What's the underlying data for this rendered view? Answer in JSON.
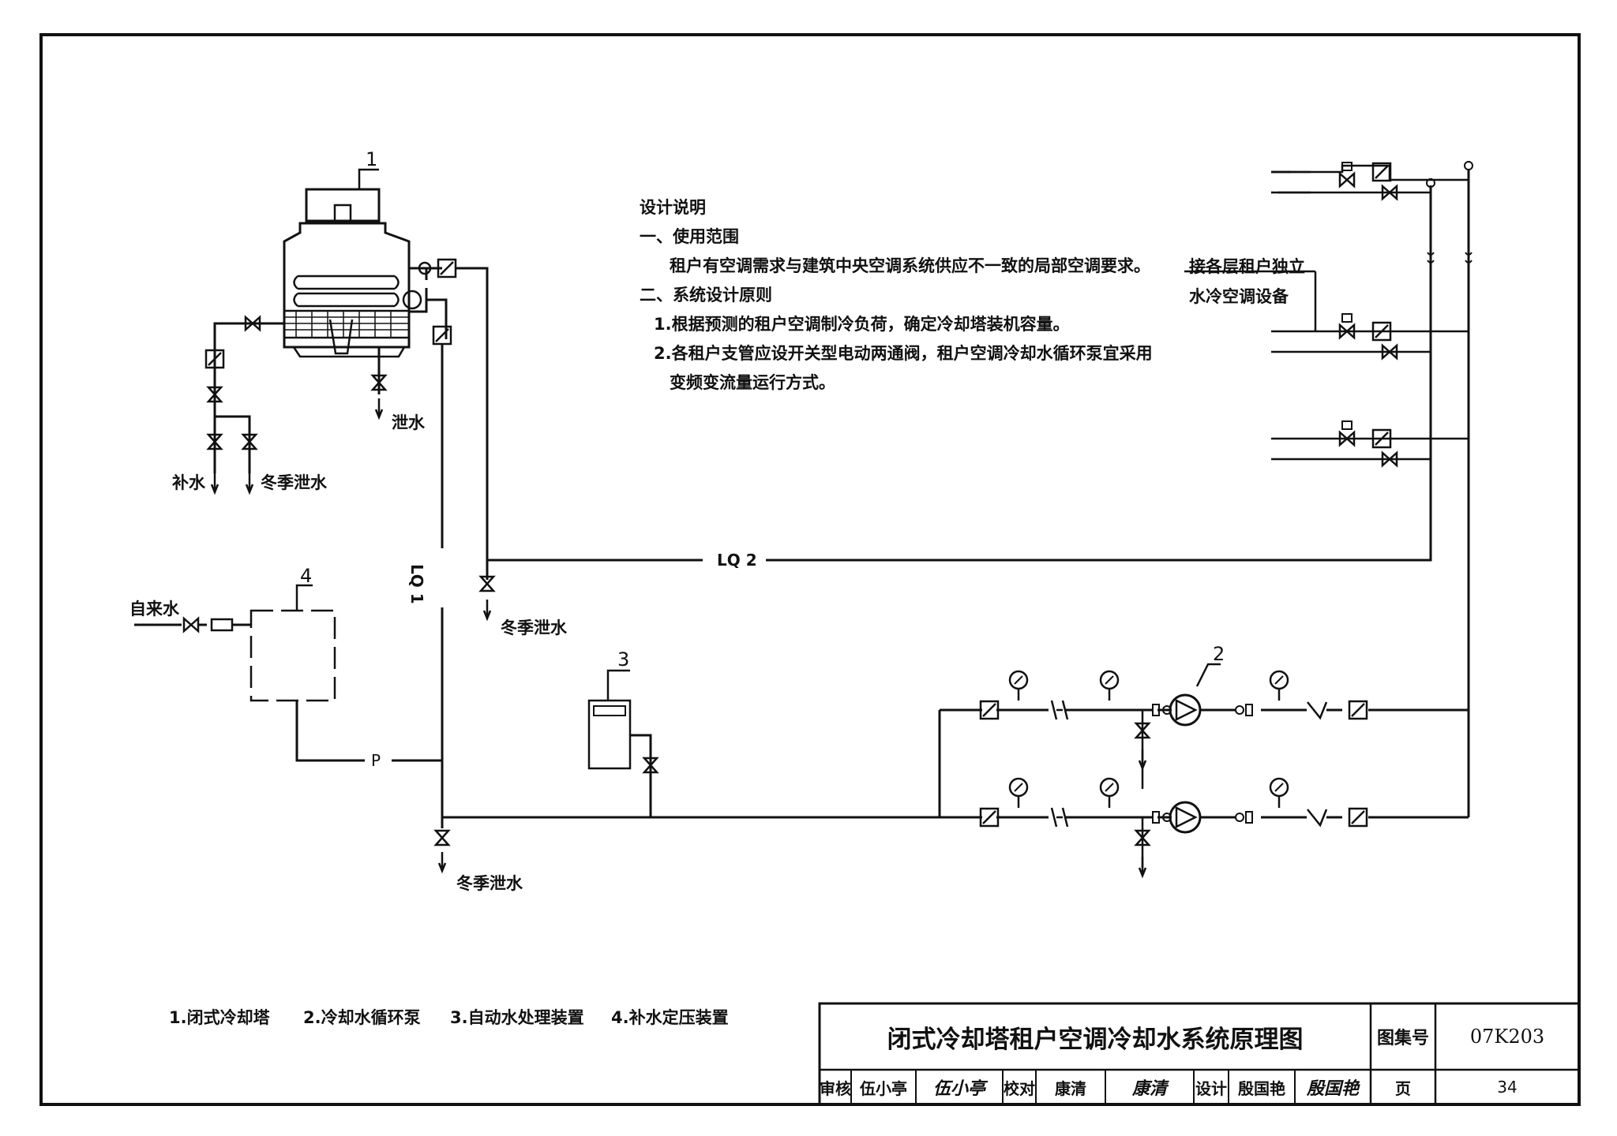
{
  "notes": {
    "heading": "设计说明",
    "scope_title": "一、使用范围",
    "scope_text": "租户有空调需求与建筑中央空调系统供应不一致的局部空调要求。",
    "principle_title": "二、系统设计原则",
    "principle_1": "1.根据预测的租户空调制冷负荷，确定冷却塔装机容量。",
    "principle_2": "2.各租户支管应设开关型电动两通阀，租户空调冷却水循环泵宜采用",
    "principle_2b": "变频变流量运行方式。"
  },
  "labels": {
    "item1_tag": "1",
    "item2_tag": "2",
    "item3_tag": "3",
    "item4_tag": "4",
    "makeup_water": "补水",
    "winter_drain_1": "冬季泄水",
    "drain": "泄水",
    "winter_drain_2": "冬季泄水",
    "winter_drain_3": "冬季泄水",
    "tap_water": "自来水",
    "pipe_lq1": "LQ 1",
    "pipe_lq2": "LQ 2",
    "pipe_p": "P",
    "floors_line1": "接各层租户独立",
    "floors_line2": "水冷空调设备"
  },
  "legend": [
    "1.闭式冷却塔",
    "2.冷却水循环泵",
    "3.自动水处理装置",
    "4.补水定压装置"
  ],
  "title_block": {
    "drawing_title": "闭式冷却塔租户空调冷却水系统原理图",
    "atlas_label": "图集号",
    "atlas_no": "07K203",
    "review_label": "审核",
    "review_name": "伍小亭",
    "review_sig": "伍小亭",
    "check_label": "校对",
    "check_name": "康清",
    "check_sig": "康清",
    "design_label": "设计",
    "design_name": "殷国艳",
    "design_sig": "殷国艳",
    "page_label": "页",
    "page_no": "34"
  }
}
